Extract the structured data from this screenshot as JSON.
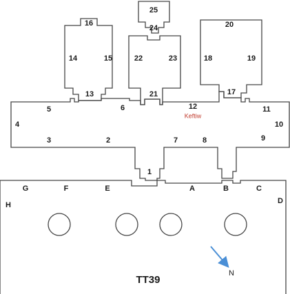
{
  "room_labels": [
    "1",
    "2",
    "3",
    "4",
    "5",
    "6",
    "7",
    "8",
    "9",
    "10",
    "11",
    "12",
    "13",
    "14",
    "15",
    "16",
    "17",
    "18",
    "19",
    "20",
    "21",
    "22",
    "23",
    "24",
    "25"
  ],
  "wall_labels": [
    "A",
    "B",
    "C",
    "D",
    "E",
    "F",
    "G",
    "H"
  ],
  "annotation": "Keftiw",
  "title": "TT39",
  "north_label": "N",
  "colors": {
    "wall": "#444444",
    "annotation": "#c0392b",
    "arrow": "#4a8fd6"
  }
}
